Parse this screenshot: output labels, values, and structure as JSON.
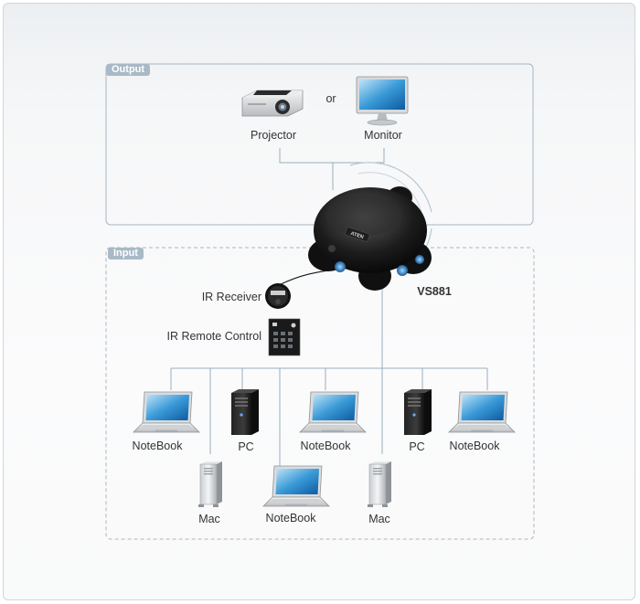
{
  "output": {
    "tag": "Output",
    "projector": "Projector",
    "or": "or",
    "monitor": "Monitor"
  },
  "input": {
    "tag": "Input",
    "ir_receiver": "IR Receiver",
    "ir_remote": "IR Remote Control",
    "notebook_1": "NoteBook",
    "pc_1": "PC",
    "notebook_2": "NoteBook",
    "pc_2": "PC",
    "notebook_3": "NoteBook",
    "mac_1": "Mac",
    "notebook_4": "NoteBook",
    "mac_2": "Mac"
  },
  "device": {
    "model": "VS881",
    "brand": "ATEN"
  }
}
